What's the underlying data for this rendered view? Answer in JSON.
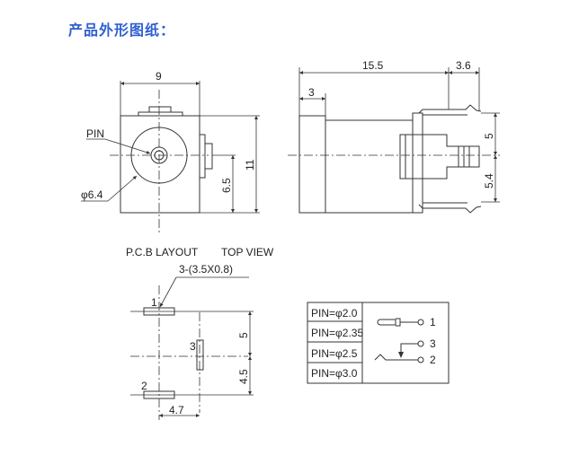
{
  "title": "产品外形图纸：",
  "front_view": {
    "width_dim": "9",
    "pin_label": "PIN",
    "diameter_label": "φ6.4",
    "dim_height_center": "6.5",
    "dim_height": "11"
  },
  "side_view": {
    "dim_length": "15.5",
    "dim_pin": "3.6",
    "dim_flange": "3",
    "dim_upper": "5",
    "dim_lower": "5.4"
  },
  "pcb_layout": {
    "heading": "P.C.B LAYOUT",
    "view": "TOP VIEW",
    "pad_spec": "3-(3.5X0.8)",
    "pad1": "1",
    "pad2": "2",
    "pad3": "3",
    "dim_vert_upper": "5",
    "dim_vert_lower": "4.5",
    "dim_horiz": "4.7"
  },
  "pin_table": {
    "rows": [
      "PIN=φ2.0",
      "PIN=φ2.35",
      "PIN=φ2.5",
      "PIN=φ3.0"
    ],
    "terminals": [
      "1",
      "3",
      "2"
    ]
  }
}
